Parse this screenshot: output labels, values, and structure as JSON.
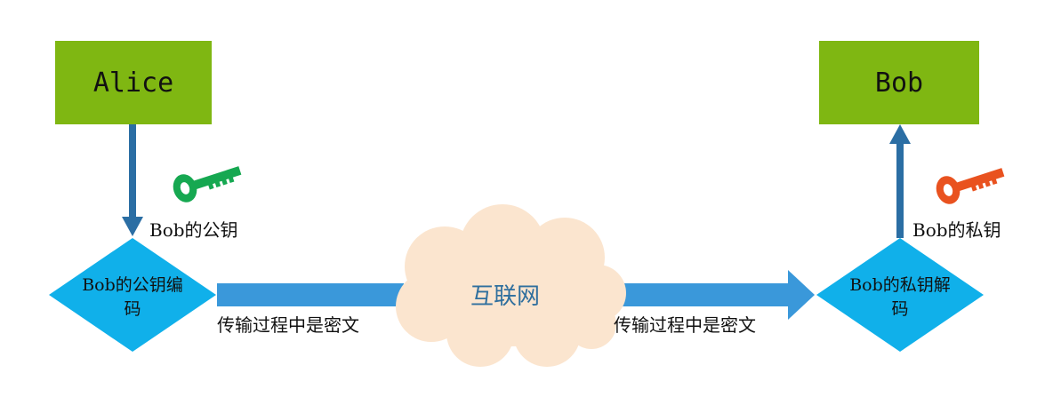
{
  "colors": {
    "box_green": "#7fb712",
    "diamond_blue": "#10b0ea",
    "flow_blue": "#3a98da",
    "dark_arrow": "#2b6ea4",
    "cloud_fill": "#fbe5cf",
    "key_public": "#16a851",
    "key_private": "#e9521f"
  },
  "sender": {
    "name": "Alice"
  },
  "receiver": {
    "name": "Bob"
  },
  "encode_step": {
    "line1": "Bob的公钥编",
    "line2": "码"
  },
  "decode_step": {
    "line1": "Bob的私钥解",
    "line2": "码"
  },
  "public_key": {
    "label": "Bob的公钥",
    "icon": "key-icon"
  },
  "private_key": {
    "label": "Bob的私钥",
    "icon": "key-icon"
  },
  "network": {
    "label": "互联网",
    "icon": "cloud-shape"
  },
  "transit_left": {
    "label": "传输过程中是密文"
  },
  "transit_right": {
    "label": "传输过程中是密文"
  }
}
